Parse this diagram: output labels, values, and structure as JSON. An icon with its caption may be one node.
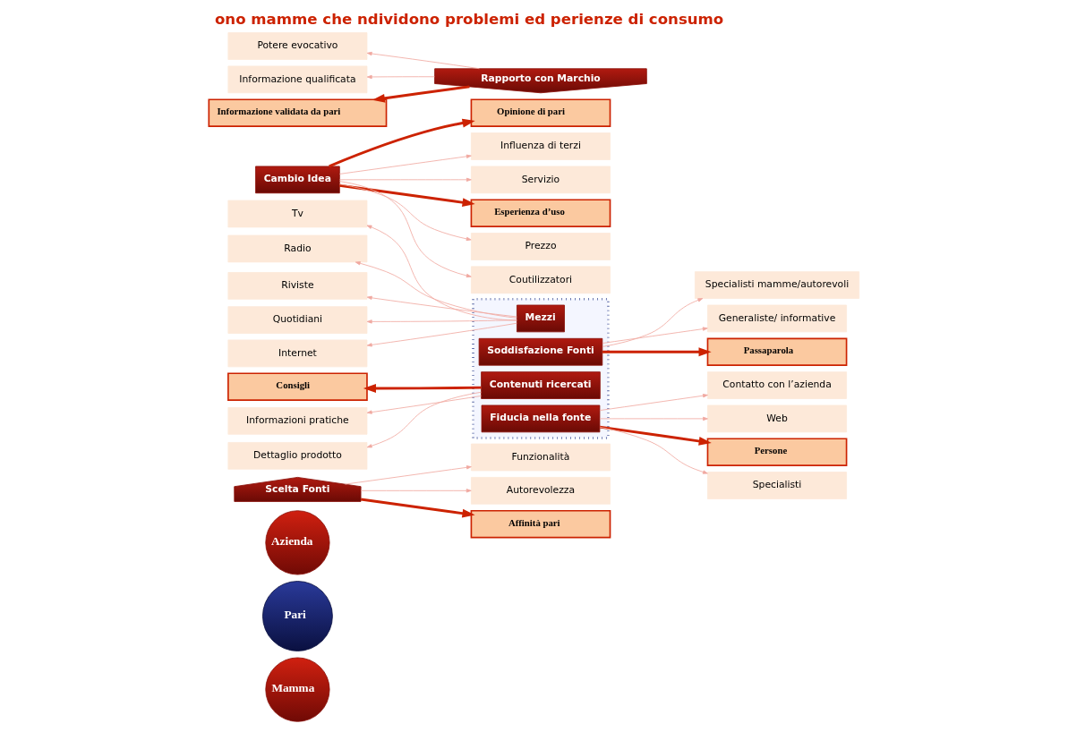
{
  "diagram": {
    "title": "ono mamme che ndividono problemi ed perienze di consumo",
    "nodes": [
      {
        "text": [
          "Mamma"
        ]
      },
      {
        "text": [
          "Pari"
        ]
      },
      {
        "text": [
          "Azienda"
        ]
      },
      {
        "text": [
          "Scelta Fonti"
        ]
      },
      {
        "text": [],
        "shape": "box"
      },
      {
        "text": [
          "Mezzi"
        ],
        "in": 4
      },
      {
        "text": [
          "Soddisfazione Fonti"
        ],
        "in": 4
      },
      {
        "text": [
          "Contenuti ricercati"
        ],
        "in": 4
      },
      {
        "text": [
          "Fiducia nella fonte"
        ],
        "in": 4
      },
      {
        "text": [
          "Cambio Idea"
        ]
      },
      {
        "text": [
          "Rapporto con Marchio"
        ]
      },
      {
        "text": [
          "Tv"
        ]
      },
      {
        "text": [
          "Radio"
        ]
      },
      {
        "text": [
          "Riviste"
        ]
      },
      {
        "text": [
          "Quotidiani"
        ]
      },
      {
        "text": [
          "Internet"
        ]
      },
      {
        "text": [
          "Consigli"
        ]
      },
      {
        "text": [
          "Informazioni pratiche"
        ]
      },
      {
        "text": [
          "Dettaglio prodotto"
        ]
      },
      {
        "text": [
          "Funzionalità"
        ]
      },
      {
        "text": [
          "Autorevolezza"
        ]
      },
      {
        "text": [
          "Affinità pari"
        ]
      },
      {
        "text": [
          "Specialisti mamme/autorevoli"
        ]
      },
      {
        "text": [
          "Generaliste/ informative"
        ]
      },
      {
        "text": [
          "Passaparola"
        ]
      },
      {
        "text": [
          "Contatto con l’azienda"
        ]
      },
      {
        "text": [
          "Web"
        ]
      },
      {
        "text": [
          "Persone"
        ]
      },
      {
        "text": [
          "Specialisti"
        ]
      },
      {
        "text": [
          "Opinione di pari"
        ]
      },
      {
        "text": [
          "Influenza di terzi"
        ]
      },
      {
        "text": [
          "Servizio"
        ]
      },
      {
        "text": [
          "Esperienza d’uso"
        ]
      },
      {
        "text": [
          "Prezzo"
        ]
      },
      {
        "text": [
          "Coutilizzatori"
        ]
      },
      {
        "text": [
          "Potere evocativo"
        ]
      },
      {
        "text": [
          "Informazione qualificata"
        ]
      },
      {
        "text": [
          "Informazione validata da pari"
        ]
      }
    ],
    "edges": [
      {
        "from": 3,
        "to": 19,
        "arrow": "to"
      },
      {
        "from": 3,
        "to": 20,
        "arrow": "to"
      },
      {
        "from": 3,
        "to": 21,
        "arrow": "to",
        "style": "thick",
        "color": "#cc2200"
      },
      {
        "from": 5,
        "to": 11,
        "arrow": "to"
      },
      {
        "from": 5,
        "to": 12,
        "arrow": "to"
      },
      {
        "from": 5,
        "to": 13,
        "arrow": "to"
      },
      {
        "from": 5,
        "to": 14,
        "arrow": "to"
      },
      {
        "from": 5,
        "to": 15,
        "arrow": "to"
      },
      {
        "from": 7,
        "to": 16,
        "arrow": "to",
        "style": "thick",
        "color": "#cc2200"
      },
      {
        "from": 7,
        "to": 17,
        "arrow": "to"
      },
      {
        "from": 7,
        "to": 18,
        "arrow": "to"
      },
      {
        "from": 6,
        "to": 22,
        "arrow": "to"
      },
      {
        "from": 6,
        "to": 23,
        "arrow": "to"
      },
      {
        "from": 6,
        "to": 24,
        "arrow": "to",
        "style": "thick",
        "color": "#cc2200"
      },
      {
        "from": 8,
        "to": 25,
        "arrow": "to"
      },
      {
        "from": 8,
        "to": 26,
        "arrow": "to"
      },
      {
        "from": 8,
        "to": 27,
        "arrow": "to",
        "style": "thick",
        "color": "#cc2200"
      },
      {
        "from": 8,
        "to": 28,
        "arrow": "to"
      },
      {
        "from": 9,
        "to": 29,
        "arrow": "to",
        "style": "thick",
        "color": "#cc2200"
      },
      {
        "from": 9,
        "to": 30,
        "arrow": "to"
      },
      {
        "from": 9,
        "to": 31,
        "arrow": "to"
      },
      {
        "from": 9,
        "to": 32,
        "arrow": "to",
        "style": "thick",
        "color": "#cc2200"
      },
      {
        "from": 9,
        "to": 33,
        "arrow": "to"
      },
      {
        "from": 9,
        "to": 34,
        "arrow": "to"
      },
      {
        "from": 10,
        "to": 35,
        "arrow": "to"
      },
      {
        "from": 10,
        "to": 36,
        "arrow": "to"
      },
      {
        "from": 10,
        "to": 37,
        "arrow": "to",
        "style": "thick",
        "color": "#cc2200"
      }
    ]
  }
}
